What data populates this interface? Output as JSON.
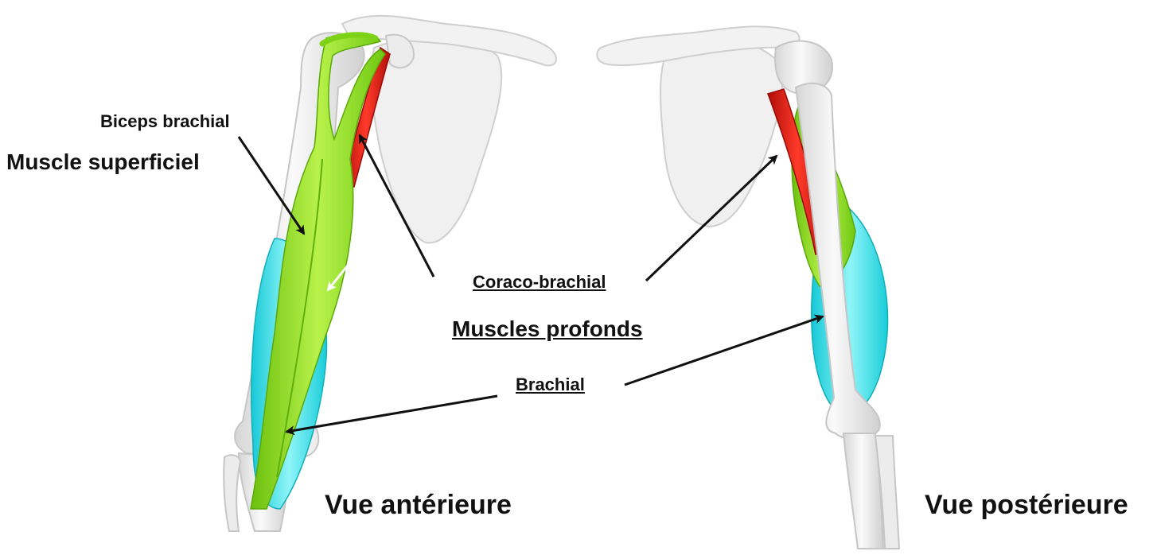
{
  "labels": {
    "biceps_brachial": "Biceps brachial",
    "muscle_superficiel": "Muscle superficiel",
    "coraco_brachial": "Coraco-brachial",
    "muscles_profonds": "Muscles profonds",
    "brachial": "Brachial",
    "vue_anterieure": "Vue antérieure",
    "vue_posterieure": "Vue postérieure"
  },
  "colors": {
    "bone": "#eeeeee",
    "bone_outline": "#c8c8c8",
    "biceps": "#8fe01a",
    "coracobrachialis": "#e8140f",
    "brachialis": "#2de6ee",
    "arrow": "#111111"
  }
}
